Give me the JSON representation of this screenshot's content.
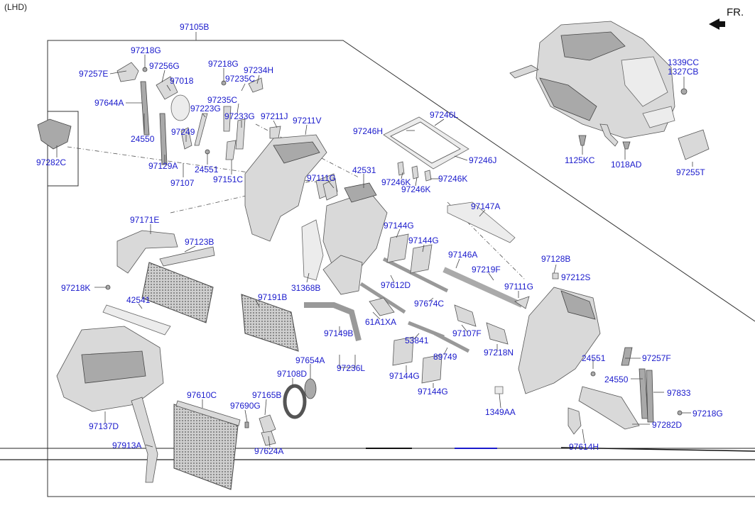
{
  "header": {
    "variant": "(LHD)",
    "direction": "FR."
  },
  "main_assembly": "97105B",
  "labels": {
    "l97218G_a": "97218G",
    "l97256G": "97256G",
    "l97257E": "97257E",
    "l97018": "97018",
    "l97644A": "97644A",
    "l24550_a": "24550",
    "l97218G_b": "97218G",
    "l97234H": "97234H",
    "l97235C_a": "97235C",
    "l97235C_b": "97235C",
    "l97223G": "97223G",
    "l97233G": "97233G",
    "l97211J": "97211J",
    "l97211V": "97211V",
    "l97249": "97249",
    "l97129A": "97129A",
    "l24551_a": "24551",
    "l97151C": "97151C",
    "l97107": "97107",
    "l97282C": "97282C",
    "l97246L": "97246L",
    "l97246H": "97246H",
    "l97246J": "97246J",
    "l97246K_a": "97246K",
    "l97246K_b": "97246K",
    "l97246K_c": "97246K",
    "l97111G_a": "97111G",
    "l42531": "42531",
    "l1339CC": "1339CC",
    "l1327CB": "1327CB",
    "l1125KC": "1125KC",
    "l1018AD": "1018AD",
    "l97255T": "97255T",
    "l97171E": "97171E",
    "l97123B": "97123B",
    "l97147A": "97147A",
    "l97144G_a": "97144G",
    "l97144G_b": "97144G",
    "l97146A": "97146A",
    "l97128B": "97128B",
    "l97212S": "97212S",
    "l97218K": "97218K",
    "l42541": "42541",
    "l31368B": "31368B",
    "l97612D": "97612D",
    "l97219F": "97219F",
    "l97111G_b": "97111G",
    "l97191B": "97191B",
    "l97674C": "97674C",
    "l97149B": "97149B",
    "l61A1XA": "61A1XA",
    "l53841": "53841",
    "l97107F": "97107F",
    "l97218N": "97218N",
    "l89749": "89749",
    "l97236L": "97236L",
    "l97654A": "97654A",
    "l24551_b": "24551",
    "l97257F": "97257F",
    "l97108D": "97108D",
    "l97144G_c": "97144G",
    "l97144G_d": "97144G",
    "l24550_b": "24550",
    "l97833": "97833",
    "l97137D": "97137D",
    "l97610C": "97610C",
    "l97165B": "97165B",
    "l97690G": "97690G",
    "l1349AA": "1349AA",
    "l97218G_c": "97218G",
    "l97282D": "97282D",
    "l97913A": "97913A",
    "l97624A": "97624A",
    "l97614H": "97614H"
  },
  "colors": {
    "label": "#1a1acc",
    "line": "#333333",
    "part_fill": "#d9d9d9",
    "part_shadow": "#a9a9a9"
  }
}
